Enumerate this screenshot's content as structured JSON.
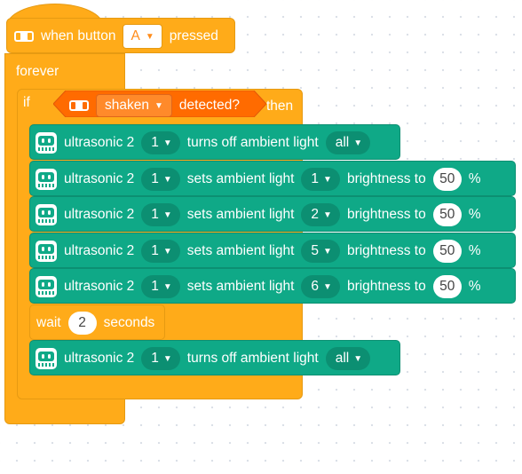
{
  "hat": {
    "label": "when button",
    "button_value": "A",
    "suffix": "pressed"
  },
  "forever": {
    "label": "forever"
  },
  "if_block": {
    "if_label": "if",
    "sensor_value": "shaken",
    "detected_label": "detected?",
    "then_label": "then"
  },
  "blocks": [
    {
      "type": "turn_off",
      "sensor": "ultrasonic 2",
      "index": "1",
      "text": "turns off ambient light",
      "option": "all"
    },
    {
      "type": "set",
      "sensor": "ultrasonic 2",
      "index": "1",
      "text": "sets ambient light",
      "light": "1",
      "brightness_label": "brightness to",
      "value": "50",
      "unit": "%"
    },
    {
      "type": "set",
      "sensor": "ultrasonic 2",
      "index": "1",
      "text": "sets ambient light",
      "light": "2",
      "brightness_label": "brightness to",
      "value": "50",
      "unit": "%"
    },
    {
      "type": "set",
      "sensor": "ultrasonic 2",
      "index": "1",
      "text": "sets ambient light",
      "light": "5",
      "brightness_label": "brightness to",
      "value": "50",
      "unit": "%"
    },
    {
      "type": "set",
      "sensor": "ultrasonic 2",
      "index": "1",
      "text": "sets ambient light",
      "light": "6",
      "brightness_label": "brightness to",
      "value": "50",
      "unit": "%"
    }
  ],
  "wait": {
    "label": "wait",
    "value": "2",
    "suffix": "seconds"
  },
  "final_block": {
    "sensor": "ultrasonic 2",
    "index": "1",
    "text": "turns off ambient light",
    "option": "all"
  },
  "colors": {
    "event_orange": "#ffab19",
    "condition_orange": "#ff6b00",
    "extension_green": "#0fa987"
  },
  "icons": {
    "board": "board-icon",
    "ultrasonic": "ultrasonic-sensor-icon",
    "loop": "loop-arrow-icon",
    "dropdown": "caret-down-icon"
  }
}
